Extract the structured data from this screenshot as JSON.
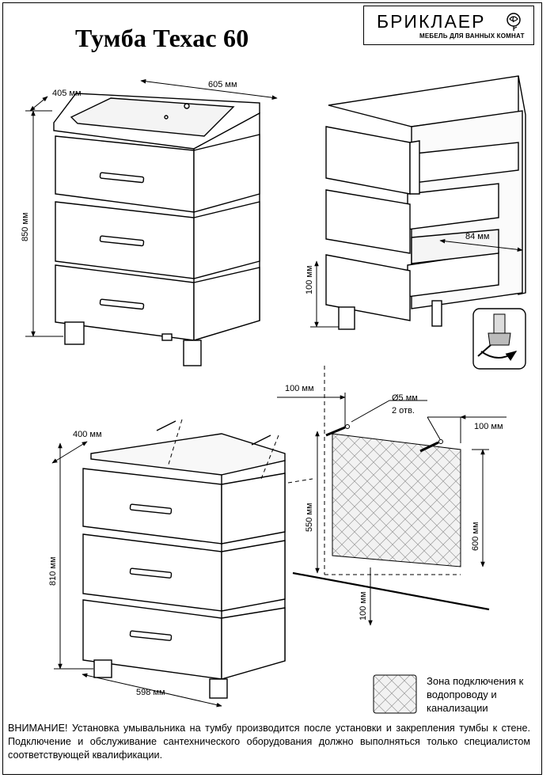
{
  "title": "Тумба Техас 60",
  "logo": {
    "brand": "БРИКЛАЕР",
    "tagline": "МЕБЕЛЬ ДЛЯ ВАННЫХ КОМНАТ",
    "icon": "rose-icon"
  },
  "dimensions": {
    "top_depth": "405 мм",
    "top_width": "605 мм",
    "total_height": "850 мм",
    "drawer_inner": "84 мм",
    "leg_height": "100 мм",
    "bottom_depth": "400 мм",
    "bottom_width": "598 мм",
    "body_height": "810 мм",
    "wall_left_offset": "100 мм",
    "wall_right_offset": "100 мм",
    "hole_diameter": "Ø5 мм",
    "hole_count": "2 отв.",
    "mount_height": "550 мм",
    "zone_height": "600 мм",
    "zone_bottom": "100 мм"
  },
  "legend": {
    "text": "Зона подключения к водопроводу и канализации"
  },
  "warning": "ВНИМАНИЕ! Установка умывальника на тумбу производится после установки и закрепления тумбы к стене. Подключение и обслуживание сантехнического оборудования должно выполняться только специалистом соответствующей квалификации."
}
